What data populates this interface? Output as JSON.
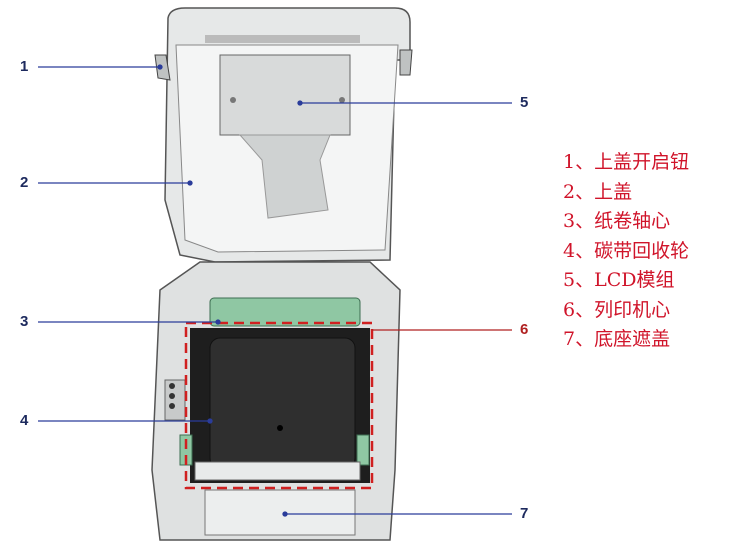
{
  "callouts": [
    "1",
    "2",
    "3",
    "4",
    "5",
    "6",
    "7"
  ],
  "legend": [
    "1、上盖开启钮",
    "2、上盖",
    "3、纸卷轴心",
    "4、碳带回收轮",
    "5、LCD模组",
    "6、列印机心",
    "7、底座遮盖"
  ],
  "colors": {
    "callout": "#1d2a5e",
    "leader": "#2a3c9a",
    "legend": "#d0142a",
    "highlight": "#d02020"
  }
}
